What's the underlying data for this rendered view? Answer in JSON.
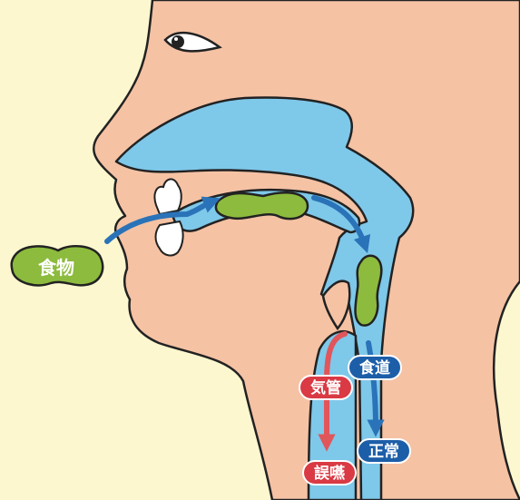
{
  "labels": {
    "food": "食物",
    "esophagus": "食道",
    "trachea": "気管",
    "normal": "正常",
    "aspiration": "誤嚥"
  },
  "colors": {
    "background": "#fdf7d0",
    "skin": "#f5c2a4",
    "outline": "#222222",
    "cavity": "#7ec8ea",
    "food": "#8dbb3e",
    "arrow_normal": "#2a73b8",
    "arrow_aspiration": "#e0565b",
    "label_blue": "#1d5ea8",
    "label_red": "#d93a44",
    "teeth": "#ffffff"
  }
}
